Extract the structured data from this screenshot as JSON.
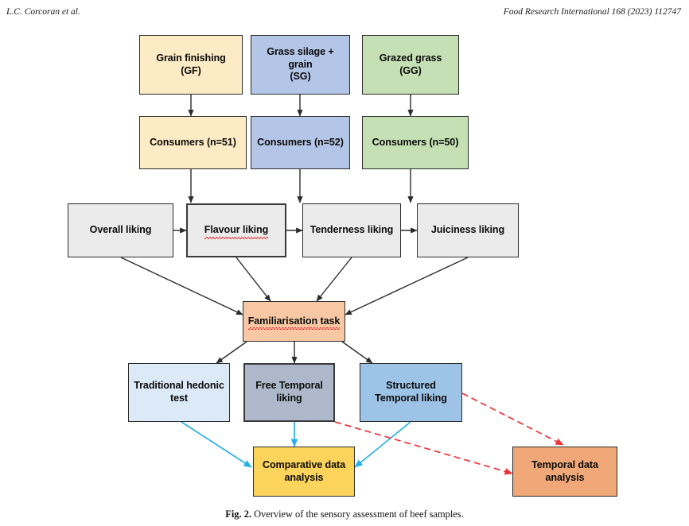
{
  "header": {
    "authors": "L.C. Corcoran et al.",
    "journal_ref": "Food Research International 168 (2023) 112747"
  },
  "caption": {
    "figure_number": "Fig. 2.",
    "text": "Overview of the sensory assessment of beef samples."
  },
  "colors": {
    "diet_gf": "#FCEBC4",
    "diet_sg": "#B4C6E7",
    "diet_gg": "#C5E0B4",
    "liking_grey": "#EBEBEB",
    "familiarisation": "#F8C8A4",
    "traditional_hedonic": "#DCE9F7",
    "free_temporal": "#ADB9CA",
    "structured_temporal": "#9DC3E6",
    "comparative_analysis": "#FCD45B",
    "temporal_analysis": "#F0A878",
    "arrow_black": "#2b2b2b",
    "arrow_cyan": "#27B0E6",
    "arrow_red": "#F0323C",
    "spellcheck_red": "#E82B2B"
  },
  "nodes": {
    "diets": [
      {
        "id": "gf",
        "line1": "Grain finishing",
        "line2": "(GF)"
      },
      {
        "id": "sg",
        "line1": "Grass silage + grain",
        "line2": "(SG)"
      },
      {
        "id": "gg",
        "line1": "Grazed grass",
        "line2": "(GG)"
      }
    ],
    "consumers": [
      {
        "id": "c-gf",
        "label": "Consumers (n=51)",
        "count": 51
      },
      {
        "id": "c-sg",
        "label": "Consumers (n=52)",
        "count": 52
      },
      {
        "id": "c-gg",
        "label": "Consumers (n=50)",
        "count": 50
      }
    ],
    "liking": [
      {
        "id": "overall",
        "label": "Overall liking"
      },
      {
        "id": "flavour",
        "word1": "Flavour",
        "word2": " liking"
      },
      {
        "id": "tenderness",
        "label": "Tenderness liking"
      },
      {
        "id": "juiciness",
        "label": "Juiciness liking"
      }
    ],
    "familiarisation": {
      "word1": "Familiarisation",
      "word2": " task"
    },
    "tests": [
      {
        "id": "traditional",
        "line1": "Traditional hedonic",
        "line2": "test"
      },
      {
        "id": "free-temporal",
        "line1": "Free Temporal",
        "line2": "liking"
      },
      {
        "id": "structured-temporal",
        "line1": "Structured",
        "line2": "Temporal liking"
      }
    ],
    "analyses": [
      {
        "id": "comparative",
        "line1": "Comparative data",
        "line2": "analysis"
      },
      {
        "id": "temporal",
        "line1": "Temporal data",
        "line2": "analysis"
      }
    ]
  }
}
